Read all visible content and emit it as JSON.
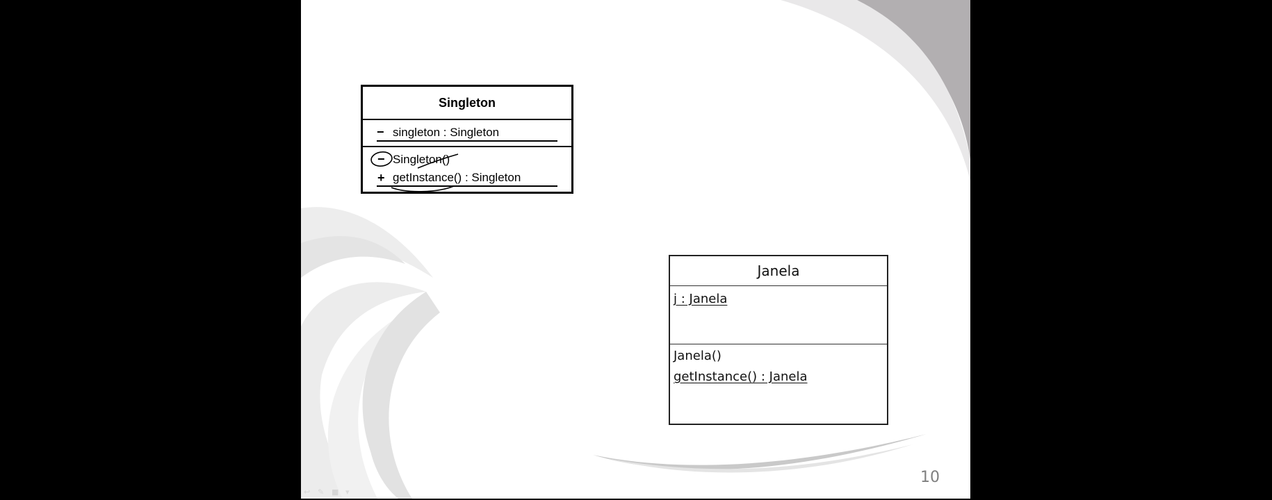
{
  "slide": {
    "page_number": "10",
    "background_color": "#ffffff",
    "corner_color": "#b2afb1",
    "swoosh_color": "#dcdcdc"
  },
  "singleton_class": {
    "name": "Singleton",
    "attributes": [
      {
        "visibility": "−",
        "text": "singleton : Singleton",
        "static": true
      }
    ],
    "operations": [
      {
        "visibility": "−",
        "text": "Singleton()",
        "static": false
      },
      {
        "visibility": "+",
        "text": "getInstance() : Singleton",
        "static": true
      }
    ]
  },
  "janela_class": {
    "name": "Janela",
    "attributes": [
      {
        "text": "j : Janela",
        "static": true
      }
    ],
    "operations": [
      {
        "text": "Janela()",
        "static": false
      },
      {
        "text": "getInstance() : Janela",
        "static": true
      }
    ]
  },
  "toolbar": {
    "icons": [
      "back-arrow-icon",
      "pen-icon",
      "slides-icon",
      "menu-icon"
    ]
  }
}
